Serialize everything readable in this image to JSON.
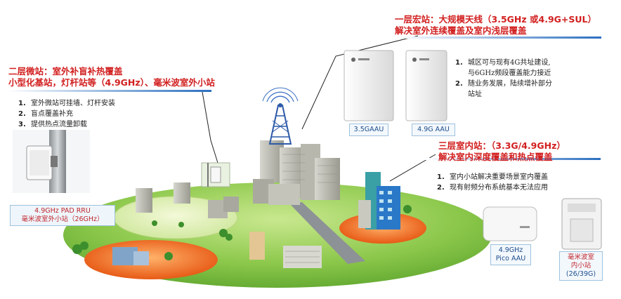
{
  "tier1": {
    "title_line1": "一层宏站：大规模天线（3.5GHz 或4.9G+SUL）",
    "title_line2": "解决室外连续覆盖及室内浅层覆盖",
    "items": [
      {
        "num": "1.",
        "text": "城区可与现有4G共址建设,"
      },
      {
        "num": "",
        "text": "与6GHz频段覆盖能力接近"
      },
      {
        "num": "2.",
        "text": "随业务发展，陆续增补部分"
      },
      {
        "num": "",
        "text": "站址"
      }
    ],
    "device1_label": "3.5GAAU",
    "device2_label": "4.9G AAU"
  },
  "tier2": {
    "title_line1": "二层微站：室外补盲补热覆盖",
    "title_line2": "小型化基站，灯杆站等（4.9GHz）、毫米波室外小站",
    "items": [
      {
        "num": "1.",
        "text": "室外微站可挂墙、灯杆安装"
      },
      {
        "num": "2.",
        "text": "盲点覆盖补充"
      },
      {
        "num": "3.",
        "text": "提供热点流量卸载"
      }
    ],
    "device_label_line1": "4.9GHz PAD RRU",
    "device_label_line2": "毫米波室外小站（26GHz）"
  },
  "tier3": {
    "title_line1": "三层室内站：（3.3G/4.9GHz）",
    "title_line2": "解决室内深度覆盖和热点覆盖",
    "items": [
      {
        "num": "1.",
        "text": "室内小站解决重要场景室内覆盖"
      },
      {
        "num": "2.",
        "text": "现有射频分布系统基本无法应用"
      }
    ],
    "pico_label_line1": "4.9GHz",
    "pico_label_line2": "Pico AAU",
    "mmw_label_line1": "毫米波室",
    "mmw_label_line2": "内小站",
    "mmw_label_line3": "(26/39G)"
  },
  "colors": {
    "title_red": "#d21f1f",
    "bar_gradient_start": "#ffffff",
    "bar_gradient_end": "#2b6fc0",
    "ground_green": "#7fc241",
    "hotspot_orange": "#f26a1b"
  },
  "icons": [
    "radio-tower-icon",
    "antenna-panel-icon",
    "street-pole-icon",
    "pico-unit-icon",
    "building-icon"
  ]
}
